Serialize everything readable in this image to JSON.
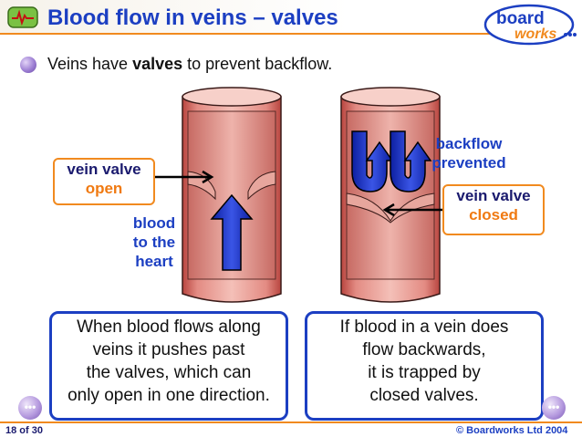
{
  "header": {
    "title": "Blood flow in veins – valves",
    "logo_line1": "board",
    "logo_line2": "works"
  },
  "intro": {
    "text_before": "Veins have ",
    "text_bold": "valves",
    "text_after": " to prevent backflow."
  },
  "left_diagram": {
    "label_line1": "vein valve",
    "label_line2": "open",
    "blood_line1": "blood",
    "blood_line2": "to the",
    "blood_line3": "heart"
  },
  "right_diagram": {
    "backflow_line1": "backflow",
    "backflow_line2": "prevented",
    "label_line1": "vein valve",
    "label_line2": "closed"
  },
  "captions": {
    "left": [
      "When blood flows along",
      "veins it pushes past",
      "the valves, which can",
      "only open in one direction."
    ],
    "right": [
      "If blood in a vein does",
      "flow backwards,",
      "it is trapped by",
      "closed valves."
    ]
  },
  "navigation": {
    "prev_label": "•••",
    "next_label": "•••"
  },
  "footer": {
    "page": "18 of 30",
    "copyright": "© Boardworks Ltd 2004"
  },
  "colors": {
    "title_blue": "#1c3fc2",
    "accent_orange": "#f18a1f",
    "vein_red": "#d35f57",
    "arrow_blue": "#1f33c8"
  }
}
